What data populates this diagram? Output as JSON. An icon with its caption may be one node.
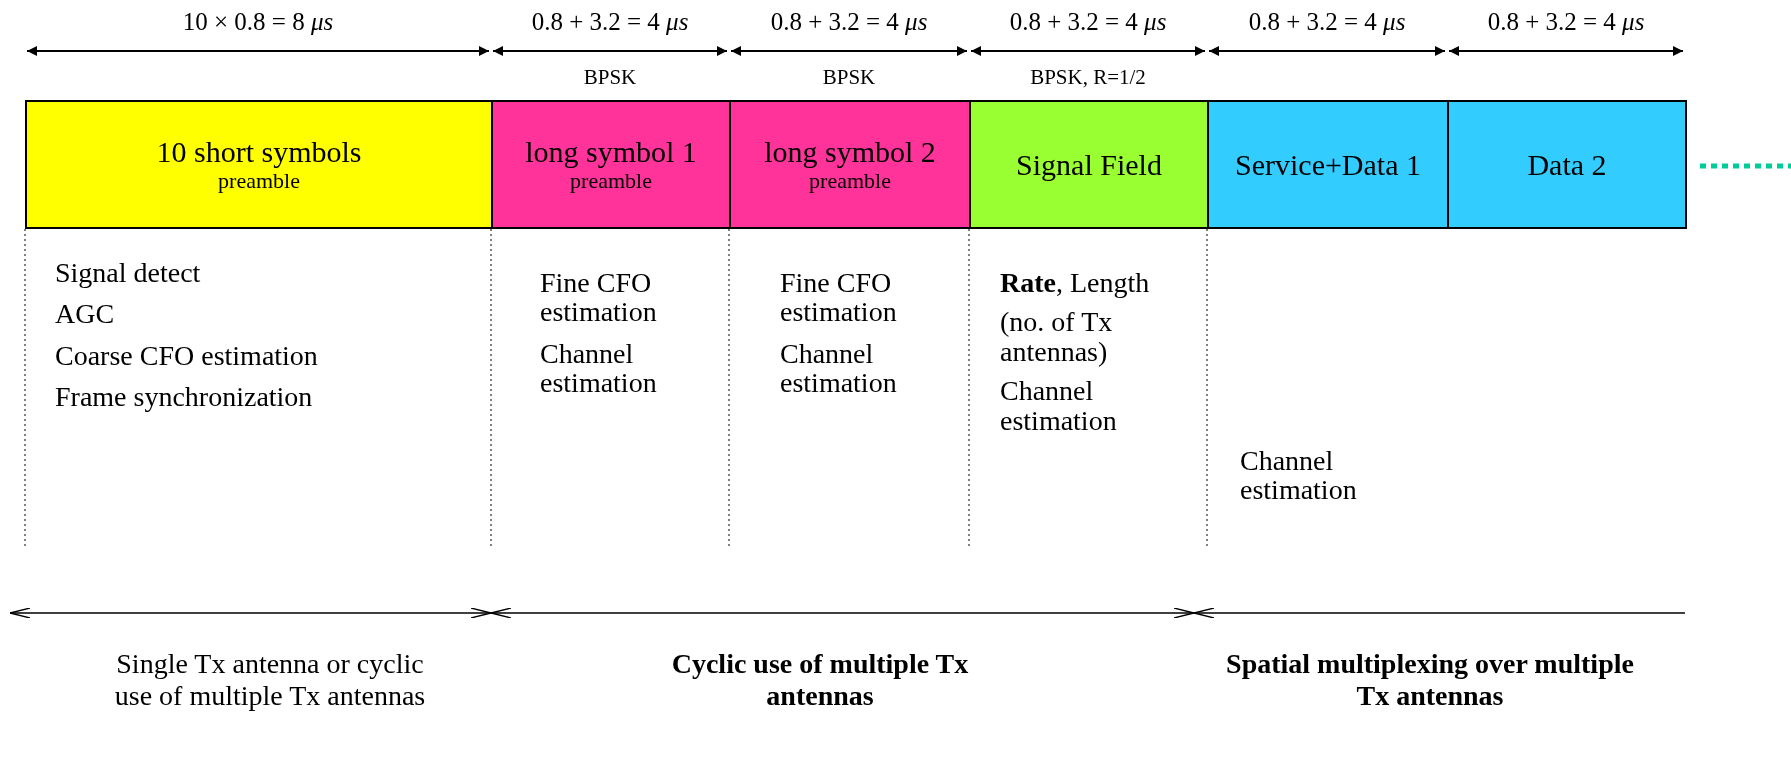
{
  "diagram": {
    "nodes": [
      {
        "text": [
          "10 short symbols",
          "preamble"
        ],
        "beside": [
          "Signal detect",
          "AGC",
          "Coarse CFO estimation",
          "Frame synchronization"
        ]
      },
      {
        "text": [
          "long symbol 1",
          "preamble"
        ],
        "beside": [
          "Fine CFO estimation",
          "Channel estimation"
        ]
      },
      {
        "text": [
          "long symbol 2",
          "preamble"
        ],
        "beside": [
          "Fine CFO estimation",
          "Channel estimation"
        ]
      },
      {
        "text": [
          "Signal Field"
        ],
        "beside": [
          "**Rate**, Length",
          "(no. of Tx antennas)",
          "Channel estimation"
        ]
      },
      {
        "text": [
          "Service+Data 1"
        ]
      },
      {
        "text": [
          "Data 2"
        ]
      }
    ],
    "edges": [],
    "labels": [
      "10 × 0.8 = 8 *μs*",
      "0.8 + 3.2 = 4 *μs*",
      "0.8 + 3.2 = 4 *μs*",
      "0.8 + 3.2 = 4 *μs*",
      "0.8 + 3.2 = 4 *μs*",
      "0.8 + 3.2 = 4 *μs*",
      "BPSK",
      "BPSK",
      "BPSK, R=1/2",
      "Channel estimation",
      "Single Tx antenna or cyclic use of multiple Tx antennas",
      "Cyclic use of multiple Tx antennas",
      "Spatial multiplexing over multiple Tx antennas"
    ]
  }
}
